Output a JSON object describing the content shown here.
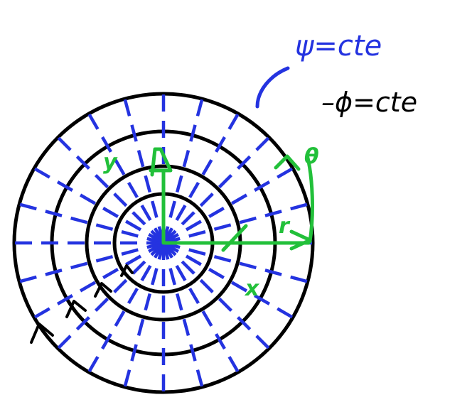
{
  "labels": {
    "psi_label": "ψ=cte",
    "phi_label": "–ϕ=cte",
    "y_label": "y",
    "theta_label": "θ",
    "r_label": "r",
    "x_label": "x"
  },
  "colors": {
    "stream_lines": "#000000",
    "equipotential_lines": "#2433e0",
    "axes": "#22c03a",
    "background": "#ffffff"
  },
  "diagram": {
    "circle_count": 4,
    "radial_line_count": 24
  }
}
